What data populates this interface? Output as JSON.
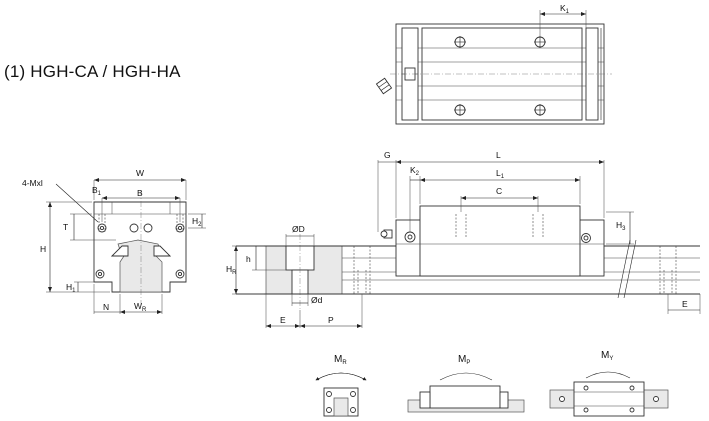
{
  "title": "(1) HGH-CA / HGH-HA",
  "labels": {
    "k1": "K",
    "k1_sub": "1",
    "four_mxl": "4-Mxl",
    "w": "W",
    "b1": "B",
    "b1_sub": "1",
    "b": "B",
    "h": "H",
    "t": "T",
    "h2": "H",
    "h2_sub": "2",
    "h1": "H",
    "h1_sub": "1",
    "n": "N",
    "wr": "W",
    "wr_sub": "R",
    "od_big": "ØD",
    "h_small": "h",
    "hr": "H",
    "hr_sub": "R",
    "od_small": "Ød",
    "e_left": "E",
    "p": "P",
    "g": "G",
    "l": "L",
    "k2": "K",
    "k2_sub": "2",
    "l1": "L",
    "l1_sub": "1",
    "c": "C",
    "h3": "H",
    "h3_sub": "3",
    "e_right": "E",
    "mr": "M",
    "mr_sub": "R",
    "mp": "M",
    "mp_sub": "P",
    "my": "M",
    "my_sub": "Y"
  },
  "colors": {
    "line": "#333333",
    "rail_fill": "#e9e9e9",
    "text": "#111111"
  }
}
